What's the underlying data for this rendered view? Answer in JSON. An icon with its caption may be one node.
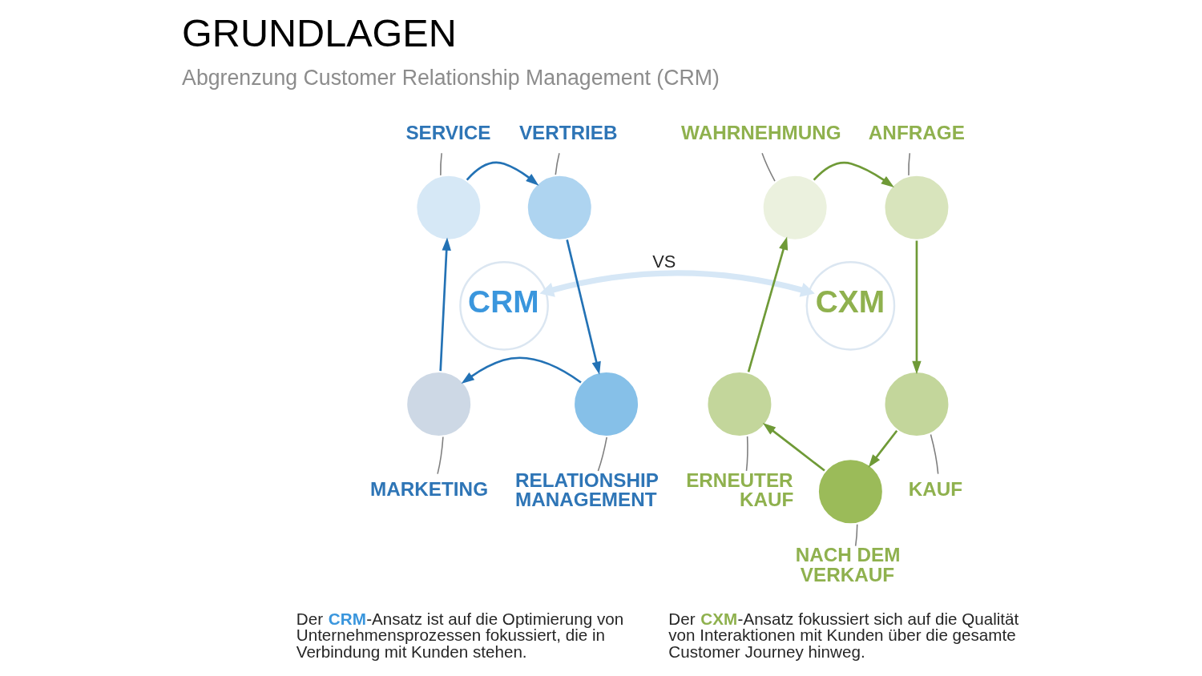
{
  "diagram": {
    "title": "GRUNDLAGEN",
    "nodes": [
      {
        "text": [
          "CRM"
        ]
      },
      {
        "text": [],
        "shape": "wedge"
      },
      {
        "text": [],
        "shape": "wedge"
      },
      {
        "text": [],
        "shape": "wedge"
      },
      {
        "text": [],
        "shape": "wedge"
      },
      {
        "text": [
          "SERVICE"
        ]
      },
      {
        "text": [
          "VERTRIEB"
        ]
      },
      {
        "text": [
          "RELATIONSHIP MANAGEMENT"
        ]
      },
      {
        "text": [
          "MARKETING"
        ]
      },
      {
        "text": [
          "CXM"
        ]
      },
      {
        "text": [],
        "shape": "wedge"
      },
      {
        "text": [],
        "shape": "wedge"
      },
      {
        "text": [],
        "shape": "wedge"
      },
      {
        "text": [],
        "shape": "wedge"
      },
      {
        "text": [],
        "shape": "wedge"
      },
      {
        "text": [
          "WAHRNEHMUNG"
        ]
      },
      {
        "text": [
          "ANFRAGE"
        ]
      },
      {
        "text": [
          "KAUF"
        ]
      },
      {
        "text": [
          "NACH DEM VERKAUF"
        ]
      },
      {
        "text": [
          "ERNEUTER KAUF"
        ]
      }
    ],
    "edges": [
      {
        "from": 1,
        "to": 2,
        "arrow": "to",
        "color": "#2372b5"
      },
      {
        "from": 2,
        "to": 3,
        "arrow": "to",
        "color": "#2372b5"
      },
      {
        "from": 3,
        "to": 4,
        "arrow": "to",
        "color": "#2372b5"
      },
      {
        "from": 4,
        "to": 1,
        "arrow": "to",
        "color": "#2372b5"
      },
      {
        "from": 5,
        "to": 1,
        "arrow": "none"
      },
      {
        "from": 6,
        "to": 2,
        "arrow": "none"
      },
      {
        "from": 7,
        "to": 3,
        "arrow": "none"
      },
      {
        "from": 8,
        "to": 4,
        "arrow": "none"
      },
      {
        "from": 0,
        "to": 9,
        "arrow": "both",
        "label": "VS",
        "style": "thick",
        "color": "#d6e7f6"
      },
      {
        "from": 10,
        "to": 11,
        "arrow": "to",
        "color": "#6f9a37"
      },
      {
        "from": 11,
        "to": 12,
        "arrow": "to",
        "color": "#6f9a37"
      },
      {
        "from": 12,
        "to": 13,
        "arrow": "to",
        "color": "#6f9a37"
      },
      {
        "from": 13,
        "to": 14,
        "arrow": "to",
        "color": "#6f9a37"
      },
      {
        "from": 14,
        "to": 10,
        "arrow": "to",
        "color": "#6f9a37"
      },
      {
        "from": 15,
        "to": 10,
        "arrow": "none"
      },
      {
        "from": 16,
        "to": 11,
        "arrow": "none"
      },
      {
        "from": 17,
        "to": 12,
        "arrow": "none"
      },
      {
        "from": 18,
        "to": 13,
        "arrow": "none"
      },
      {
        "from": 19,
        "to": 14,
        "arrow": "none"
      }
    ],
    "labels": [
      "Abgrenzung Customer Relationship Management (CRM)",
      "Der **CRM**-Ansatz ist auf die Optimierung von Unternehmensprozessen fokussiert, die in Verbindung mit Kunden stehen.",
      "Der **CXM**-Ansatz fokussiert sich auf die Qualität von Interaktionen mit Kunden über die gesamte Customer Journey hinweg."
    ]
  }
}
